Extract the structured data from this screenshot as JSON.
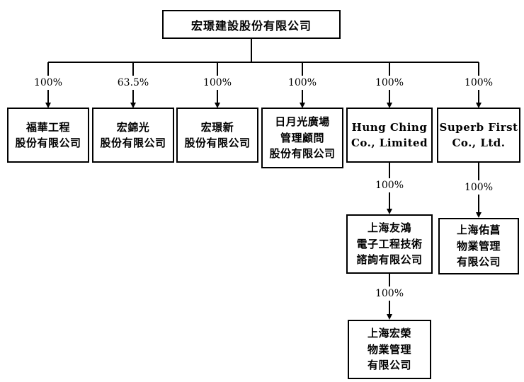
{
  "org_chart": {
    "root": {
      "label": "宏璟建設股份有限公司",
      "children": [
        {
          "ownership": "100%",
          "label": "福華工程\n股份有限公司"
        },
        {
          "ownership": "63.5%",
          "label": "宏錦光\n股份有限公司"
        },
        {
          "ownership": "100%",
          "label": "宏璟新\n股份有限公司"
        },
        {
          "ownership": "100%",
          "label": "日月光廣場\n管理顧問\n股份有限公司"
        },
        {
          "ownership": "100%",
          "label": "Hung Ching\nCo., Limited",
          "children": [
            {
              "ownership": "100%",
              "label": "上海友鴻\n電子工程技術\n諮詢有限公司",
              "children": [
                {
                  "ownership": "100%",
                  "label": "上海宏榮\n物業管理\n有限公司"
                }
              ]
            }
          ]
        },
        {
          "ownership": "100%",
          "label": "Superb First\nCo., Ltd.",
          "children": [
            {
              "ownership": "100%",
              "label": "上海佑菖\n物業管理\n有限公司"
            }
          ]
        }
      ]
    }
  }
}
